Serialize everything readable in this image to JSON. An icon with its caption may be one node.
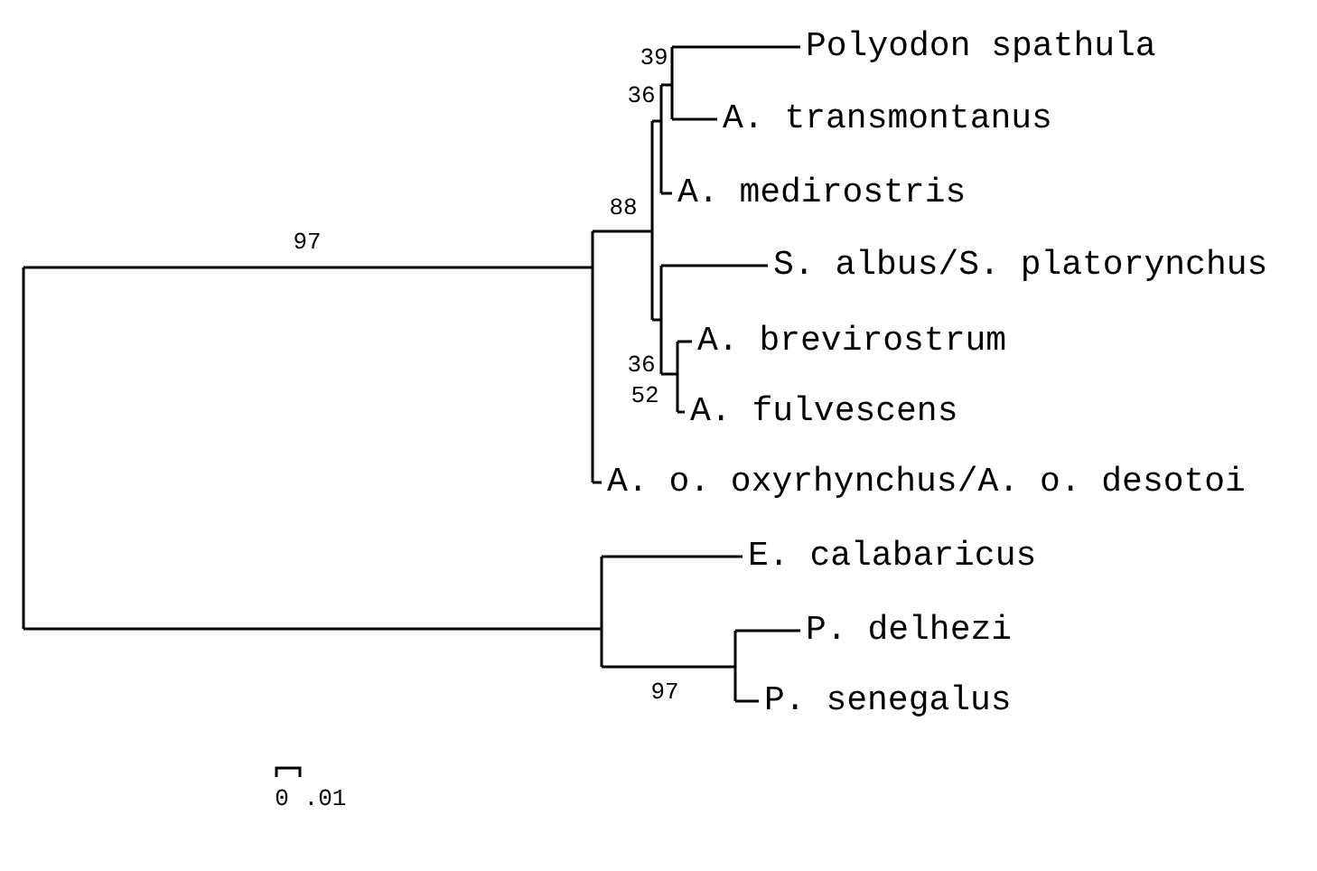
{
  "diagram": {
    "nodes": [
      {
        "text": [
          "Polyodon spathula"
        ]
      },
      {
        "text": [
          "A. transmontanus"
        ]
      },
      {
        "text": [
          "A. medirostris"
        ]
      },
      {
        "text": [
          "S. albus/S. platorynchus"
        ]
      },
      {
        "text": [
          "A. brevirostrum"
        ]
      },
      {
        "text": [
          "A. fulvescens"
        ]
      },
      {
        "text": [
          "A. o. oxyrhynchus/A. o. desotoi"
        ]
      },
      {
        "text": [
          "E. calabaricus"
        ]
      },
      {
        "text": [
          "P. delhezi"
        ]
      },
      {
        "text": [
          "P. senegalus"
        ]
      }
    ],
    "labels": [
      "39",
      "36",
      "88",
      "97",
      "36",
      "52",
      "97",
      "0",
      ".01"
    ]
  }
}
